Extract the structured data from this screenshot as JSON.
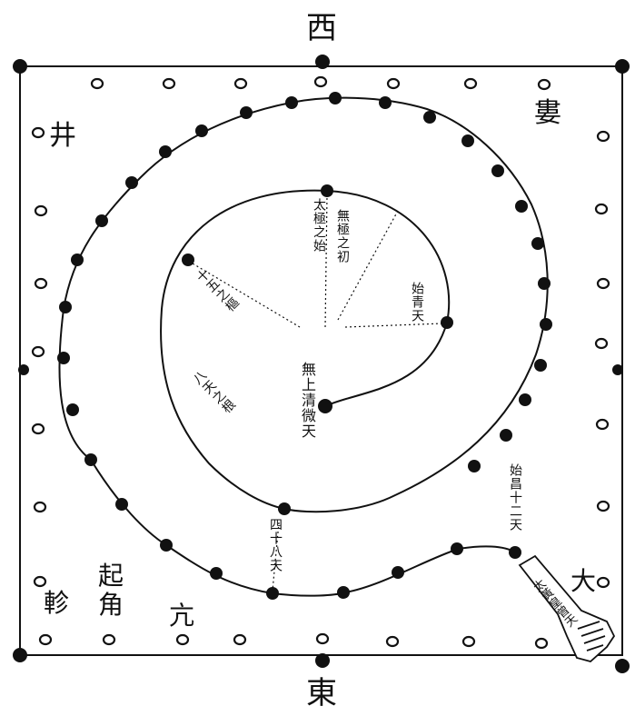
{
  "directions": {
    "top": "西",
    "bottom": "東"
  },
  "constellations": {
    "jing": "井",
    "top_right": "婁",
    "left_mark": "軫",
    "qi_jiao_1": "起",
    "qi_jiao_2": "角",
    "kang": "亢",
    "bottom_right_mark": "大"
  },
  "spiral_texts": {
    "center": "無上清微天",
    "inner_upper_1": "太極之始",
    "inner_upper_2": "無極之初",
    "inner_right": "始青天",
    "inner_left_1": "十五之樞",
    "inner_left_2": "八天之根",
    "lower_middle": "四十八天",
    "outer_right": "始昌十二天"
  },
  "base_label": "太黃皇曾天",
  "colors": {
    "ink": "#111111",
    "paper": "#ffffff"
  }
}
